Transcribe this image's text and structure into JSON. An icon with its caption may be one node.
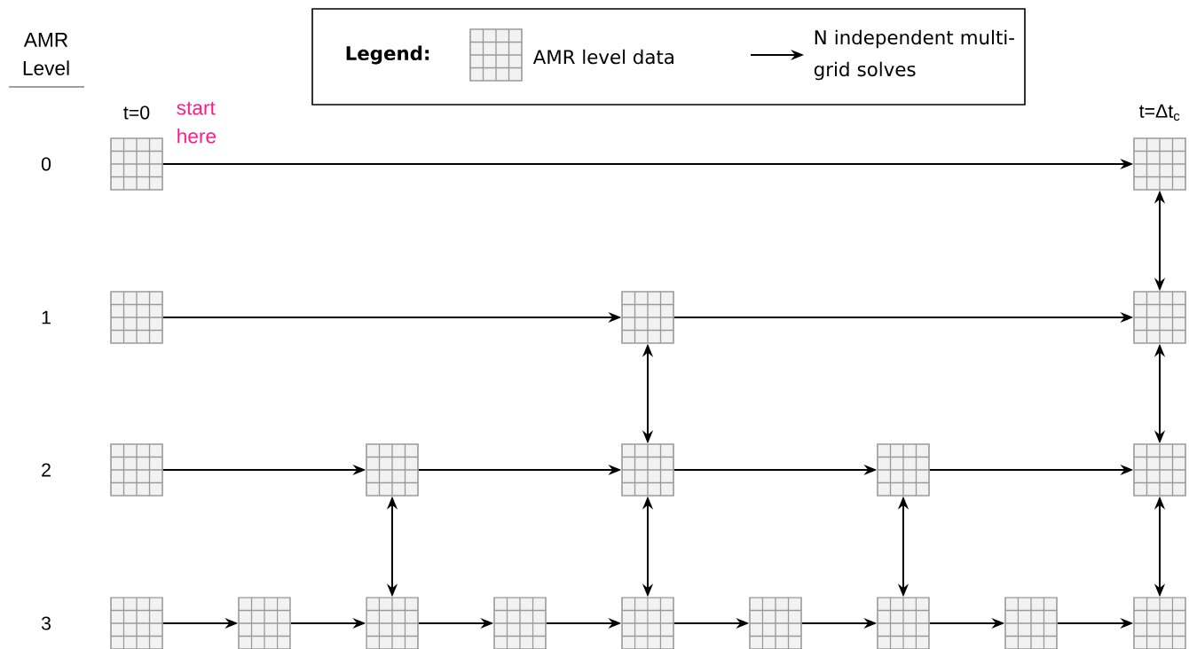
{
  "diagram": {
    "nodes": [
      {
        "text": [],
        "shape": "box"
      },
      {
        "text": [],
        "shape": "box"
      },
      {
        "text": [],
        "shape": "box"
      },
      {
        "text": [],
        "shape": "box"
      },
      {
        "text": [],
        "shape": "box"
      },
      {
        "text": [],
        "shape": "box"
      },
      {
        "text": [],
        "shape": "box"
      },
      {
        "text": [],
        "shape": "box"
      },
      {
        "text": [],
        "shape": "box"
      },
      {
        "text": [],
        "shape": "box"
      },
      {
        "text": [],
        "shape": "box"
      },
      {
        "text": [],
        "shape": "box"
      },
      {
        "text": [],
        "shape": "box"
      },
      {
        "text": [],
        "shape": "box"
      },
      {
        "text": [],
        "shape": "box"
      },
      {
        "text": [],
        "shape": "box"
      },
      {
        "text": [],
        "shape": "box"
      },
      {
        "text": [],
        "shape": "box"
      },
      {
        "text": [],
        "shape": "box"
      }
    ],
    "edges": [
      {
        "from": 0,
        "to": 1,
        "arrow": "to"
      },
      {
        "from": 2,
        "to": 3,
        "arrow": "to"
      },
      {
        "from": 3,
        "to": 4,
        "arrow": "to"
      },
      {
        "from": 5,
        "to": 6,
        "arrow": "to"
      },
      {
        "from": 6,
        "to": 7,
        "arrow": "to"
      },
      {
        "from": 7,
        "to": 8,
        "arrow": "to"
      },
      {
        "from": 8,
        "to": 9,
        "arrow": "to"
      },
      {
        "from": 10,
        "to": 11,
        "arrow": "to"
      },
      {
        "from": 11,
        "to": 12,
        "arrow": "to"
      },
      {
        "from": 12,
        "to": 13,
        "arrow": "to"
      },
      {
        "from": 13,
        "to": 14,
        "arrow": "to"
      },
      {
        "from": 14,
        "to": 15,
        "arrow": "to"
      },
      {
        "from": 15,
        "to": 16,
        "arrow": "to"
      },
      {
        "from": 16,
        "to": 17,
        "arrow": "to"
      },
      {
        "from": 17,
        "to": 18,
        "arrow": "to"
      },
      {
        "from": 1,
        "to": 4,
        "arrow": "both"
      },
      {
        "from": 3,
        "to": 7,
        "arrow": "both"
      },
      {
        "from": 4,
        "to": 9,
        "arrow": "both"
      },
      {
        "from": 6,
        "to": 12,
        "arrow": "both"
      },
      {
        "from": 7,
        "to": 14,
        "arrow": "both"
      },
      {
        "from": 8,
        "to": 16,
        "arrow": "both"
      },
      {
        "from": 9,
        "to": 18,
        "arrow": "both"
      }
    ],
    "labels": [
      "AMR Level",
      "Legend:",
      "t=0",
      "start here",
      "t=Δt$_{c}$",
      "0",
      "1",
      "2",
      "3"
    ],
    "legend": [
      {
        "text": "AMR level data"
      },
      {
        "text": "N independent multi-grid solves"
      }
    ]
  }
}
